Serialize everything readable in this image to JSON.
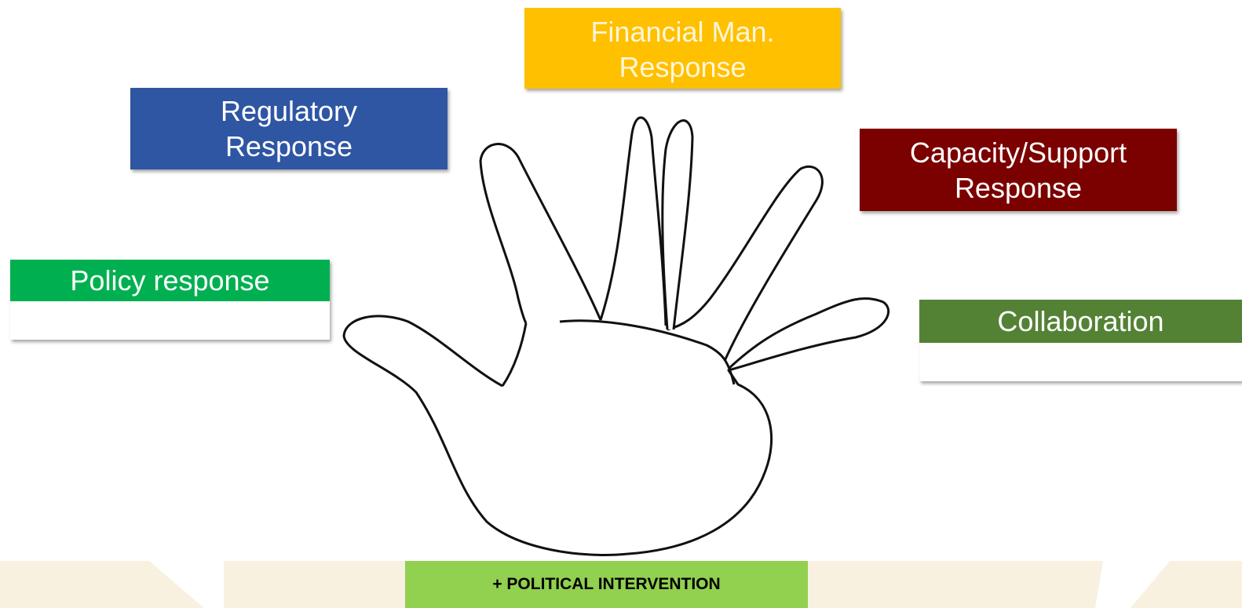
{
  "diagram": {
    "boxes": {
      "regulatory": "Regulatory\nResponse",
      "financial": "Financial Man.\nResponse",
      "capacity": "Capacity/Support\nResponse",
      "policy": "Policy response",
      "collaboration": "Collaboration"
    },
    "footer_label": "+ POLITICAL INTERVENTION",
    "colors": {
      "regulatory": "#2e56a3",
      "financial": "#ffc000",
      "capacity": "#7b0000",
      "policy": "#00b050",
      "collaboration": "#548235",
      "political": "#92d050",
      "band": "#f8f1e0"
    }
  }
}
